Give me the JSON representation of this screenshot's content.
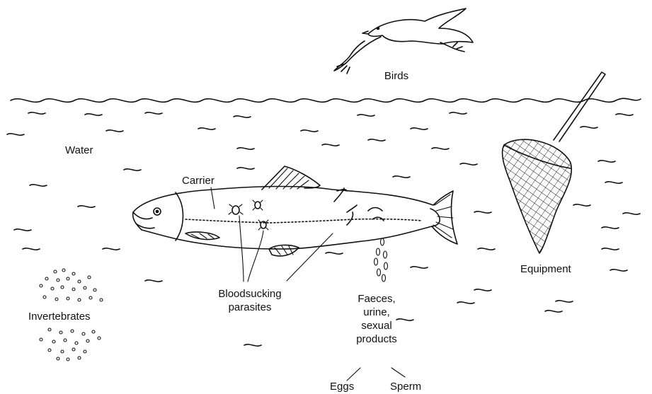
{
  "labels": {
    "birds": "Birds",
    "water": "Water",
    "carrier": "Carrier",
    "equipment": "Equipment",
    "invertebrates": "Invertebrates",
    "bloodsucking_parasites": [
      "Bloodsucking",
      "parasites"
    ],
    "excretions": [
      "Faeces,",
      "urine,",
      "sexual",
      "products"
    ],
    "eggs": "Eggs",
    "sperm": "Sperm"
  }
}
